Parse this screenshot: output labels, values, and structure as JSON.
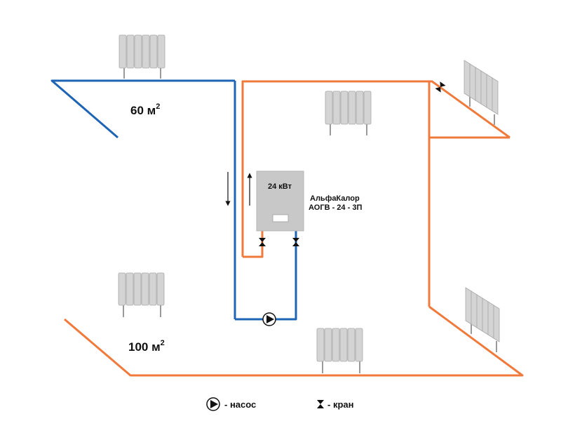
{
  "floors": {
    "upper": {
      "area_value": "60 м",
      "area_sup": "2"
    },
    "lower": {
      "area_value": "100 м",
      "area_sup": "2"
    }
  },
  "boiler": {
    "power": "24 кВт",
    "brand": "АльфаКалор",
    "model": "АОГВ - 24 - 3П"
  },
  "legend": {
    "pump": "- насос",
    "valve": "- кран"
  },
  "colors": {
    "hot_pipe": "#f07a3c",
    "cold_pipe": "#1e64b4",
    "radiator": "#d4d4d4",
    "boiler": "#c8c8c8"
  },
  "icons": {
    "pump": "pump-icon",
    "valve": "valve-icon",
    "flow_arrow": "arrow-icon"
  }
}
